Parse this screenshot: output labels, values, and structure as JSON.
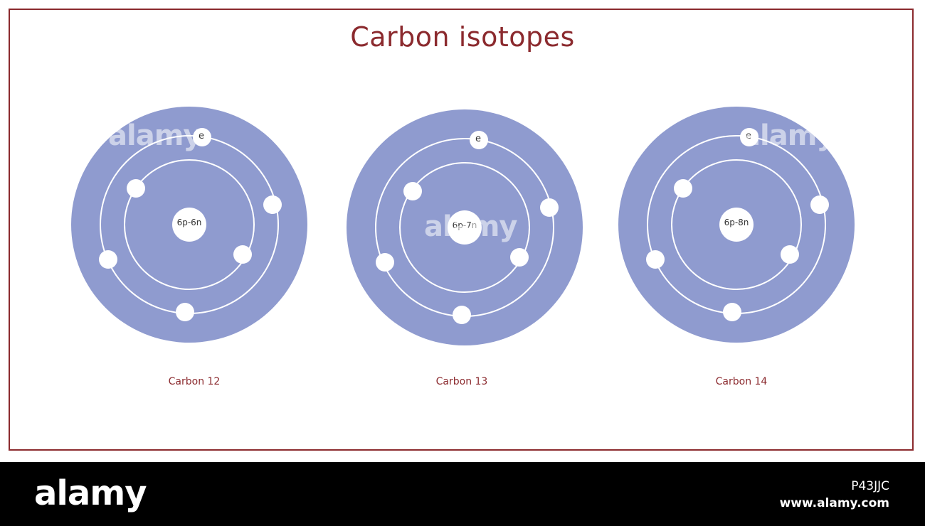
{
  "title": "Carbon isotopes",
  "colors": {
    "accent": "#8b2a2e",
    "atom_fill": "#8f9bcf",
    "orbit": "#ffffff",
    "footer_bg": "#000000"
  },
  "atoms": [
    {
      "nucleus": "6p-6n",
      "electron_label": "e",
      "caption": "Carbon 12"
    },
    {
      "nucleus": "6p-7n",
      "electron_label": "e",
      "caption": "Carbon 13"
    },
    {
      "nucleus": "6p-8n",
      "electron_label": "e",
      "caption": "Carbon 14"
    }
  ],
  "footer": {
    "brand": "alamy",
    "image_id": "P43JJC",
    "site": "www.alamy.com"
  },
  "watermark": "alamy"
}
